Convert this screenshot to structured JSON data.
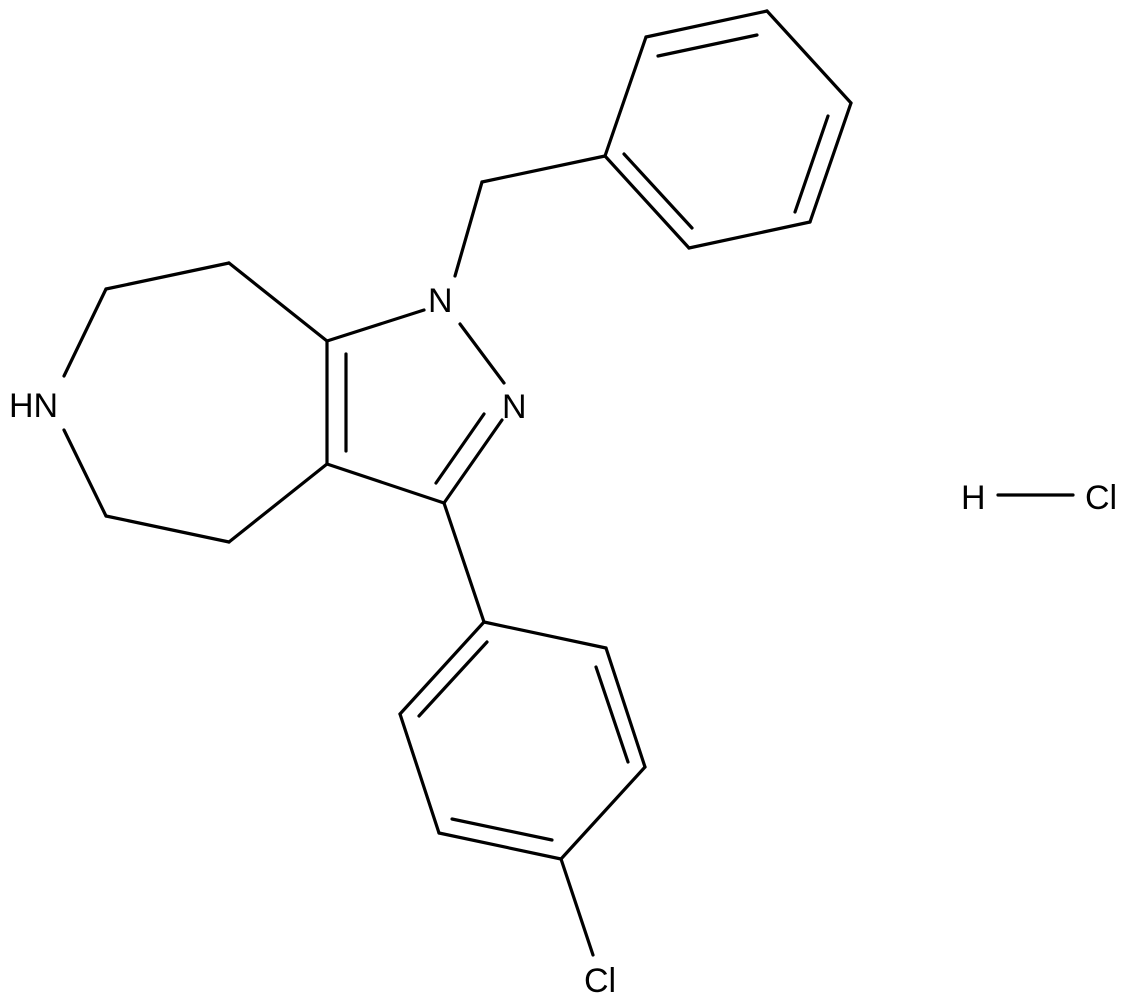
{
  "molecule": {
    "atoms": {
      "nh": "HN",
      "n1": "N",
      "n2": "N",
      "cl_aryl": "Cl"
    },
    "salt": {
      "h": "H",
      "cl": "Cl"
    }
  }
}
